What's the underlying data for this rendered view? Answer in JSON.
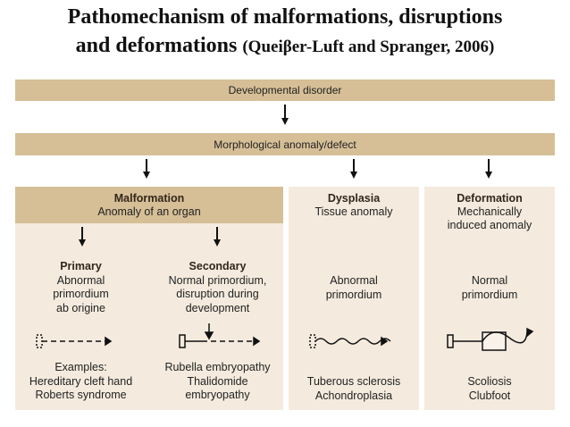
{
  "title": {
    "line1": "Pathomechanism of malformations, disruptions",
    "line2_main": "and deformations",
    "line2_citation": "(Queiβer-Luft and Spranger, 2006)"
  },
  "diagram": {
    "top_box": "Developmental disorder",
    "second_box": "Morphological anomaly/defect",
    "malformation": {
      "title": "Malformation",
      "subtitle": "Anomaly of an organ"
    },
    "dysplasia": {
      "title": "Dysplasia",
      "subtitle": "Tissue anomaly",
      "mechanism": [
        "Abnormal",
        "primordium"
      ],
      "examples": [
        "Tuberous sclerosis",
        "Achondroplasia"
      ]
    },
    "deformation": {
      "title": "Deformation",
      "subtitle": [
        "Mechanically",
        "induced anomaly"
      ],
      "mechanism": [
        "Normal",
        "primordium"
      ],
      "examples": [
        "Scoliosis",
        "Clubfoot"
      ]
    },
    "primary": {
      "title": "Primary",
      "mechanism": [
        "Abnormal",
        "primordium",
        "ab origine"
      ],
      "examples": [
        "Examples:",
        "Hereditary cleft hand",
        "Roberts syndrome"
      ]
    },
    "secondary": {
      "title": "Secondary",
      "mechanism": [
        "Normal primordium,",
        "disruption during",
        "development"
      ],
      "examples": [
        "Rubella embryopathy",
        "Thalidomide",
        "embryopathy"
      ]
    }
  }
}
